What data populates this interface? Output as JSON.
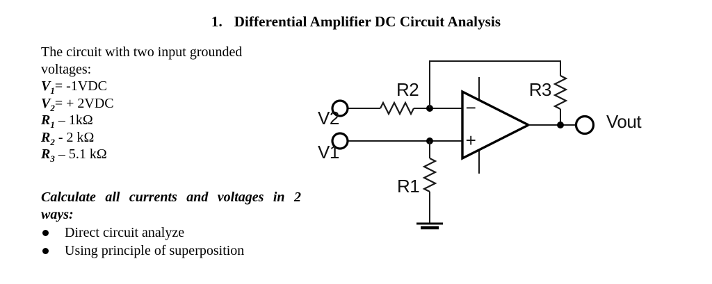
{
  "title": {
    "number": "1.",
    "text": "Differential Amplifier DC Circuit Analysis"
  },
  "problem": {
    "intro_line1": "The circuit with two input grounded",
    "intro_line2": "voltages:",
    "values": [
      {
        "sym": "V",
        "sub": "1",
        "rest": "=  -1VDC"
      },
      {
        "sym": "V",
        "sub": "2",
        "rest": "= + 2VDC"
      },
      {
        "sym": "R",
        "sub": "1",
        "rest": " – 1kΩ"
      },
      {
        "sym": "R",
        "sub": "2",
        "rest": " - 2 kΩ"
      },
      {
        "sym": "R",
        "sub": "3",
        "rest": " – 5.1 kΩ"
      }
    ],
    "task_line1": "Calculate all currents and voltages in 2",
    "task_line2": "ways:",
    "methods": [
      "Direct circuit analyze",
      "Using principle of superposition"
    ]
  },
  "circuit": {
    "labels": {
      "r1": "R1",
      "r2": "R2",
      "r3": "R3",
      "v1": "V1",
      "v2": "V2",
      "vout": "Vout"
    },
    "opamp": {
      "minus": "−",
      "plus": "+"
    }
  },
  "colors": {
    "ink": "#000000",
    "background": "#ffffff"
  }
}
